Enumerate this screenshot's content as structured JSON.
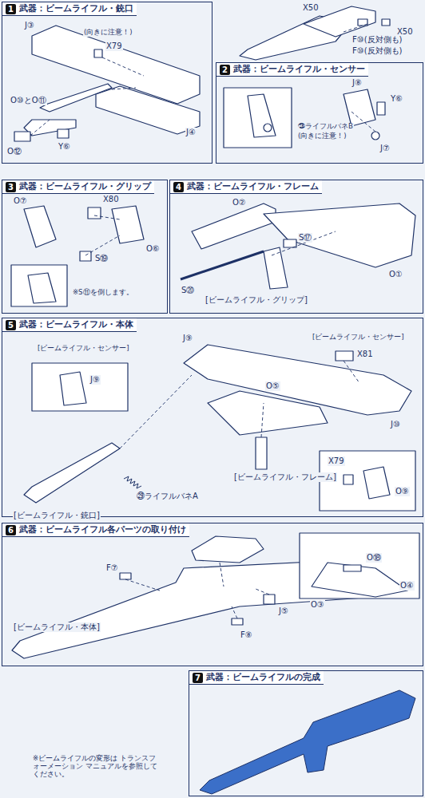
{
  "diagram": {
    "nodes": [
      {
        "text": [
          "1",
          "武器：ビームライフル・銃口"
        ]
      },
      {
        "text": [
          "2",
          "武器：ビームライフル・センサー"
        ]
      },
      {
        "text": [
          "3",
          "武器：ビームライフル・グリップ"
        ]
      },
      {
        "text": [
          "4",
          "武器：ビームライフル・フレーム"
        ]
      },
      {
        "text": [
          "5",
          "武器：ビームライフル・本体"
        ]
      },
      {
        "text": [
          "6",
          "武器：ビームライフル各パーツの取り付け"
        ]
      },
      {
        "text": [
          "7",
          "武器：ビームライフルの完成"
        ]
      }
    ],
    "labels": [
      "J③",
      "X79",
      "(向きに注意！)",
      "J④",
      "O⑩とO⑪",
      "O⑫",
      "Y⑥",
      "X50",
      "X50",
      "F⑩(反対側も)",
      "F⑩(反対側も)",
      "J⑧",
      "Y⑥",
      "J⑦",
      "㉘ライフルバネB",
      "(向きに注意！)",
      "O⑦",
      "X80",
      "O⑥",
      "S⑲",
      "※S⑪を倒します。",
      "O②",
      "S⑰",
      "S⑳",
      "O①",
      "[ビームライフル・グリップ]",
      "J⑨",
      "[ビームライフル・センサー]",
      "J⑨",
      "[ビームライフル・センサー]",
      "X81",
      "O⑤",
      "J⑩",
      "[ビームライフル・銃口]",
      "㉙ライフルバネA",
      "[ビームライフル・フレーム]",
      "X79",
      "O⑨",
      "F⑦",
      "J⑤",
      "O⑱",
      "O④",
      "O③",
      "[ビームライフル・本体]",
      "F⑧",
      "※ビームライフルの変形は トランスフォーメーション マニュアルを参照してください。"
    ]
  }
}
